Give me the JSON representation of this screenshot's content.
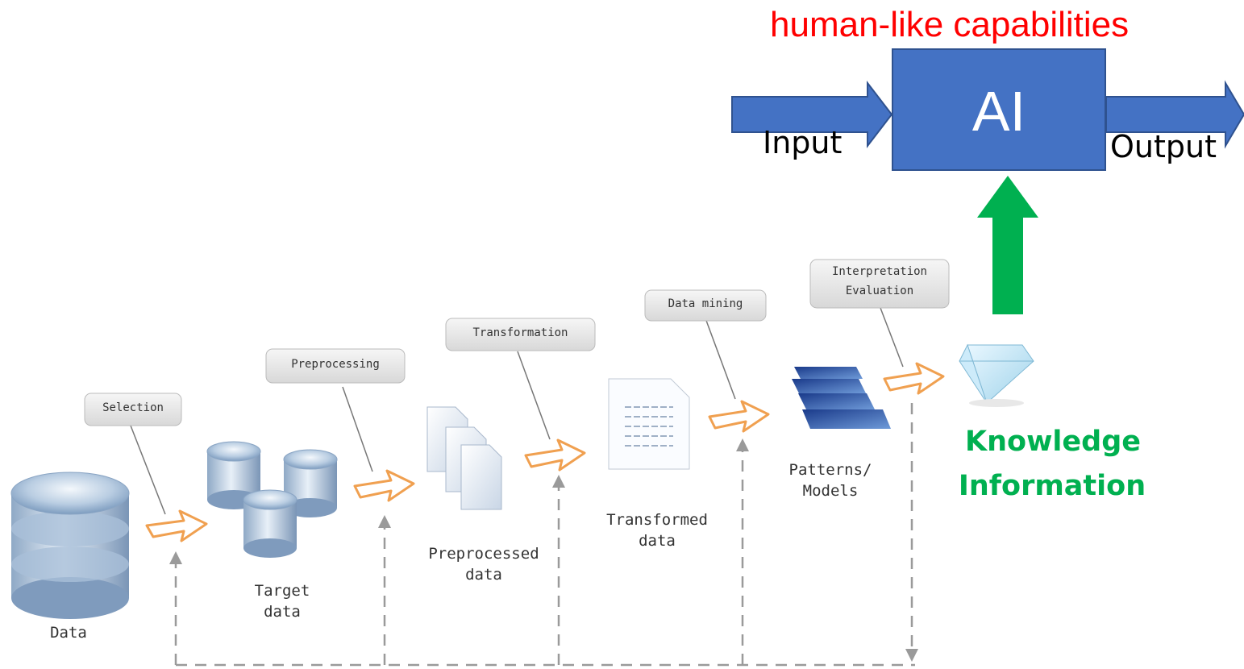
{
  "title": "human-like capabilities",
  "ai_label": "AI",
  "input_label": "Input",
  "output_label": "Output",
  "knowledge_line1": "Knowledge",
  "knowledge_line2": "Information",
  "steps": {
    "selection": "Selection",
    "preprocessing": "Preprocessing",
    "transformation": "Transformation",
    "data_mining": "Data mining",
    "interpretation_line1": "Interpretation",
    "interpretation_line2": "Evaluation"
  },
  "stages": {
    "data": "Data",
    "target_line1": "Target",
    "target_line2": "data",
    "preprocessed_line1": "Preprocessed",
    "preprocessed_line2": "data",
    "transformed_line1": "Transformed",
    "transformed_line2": "data",
    "patterns_line1": "Patterns/",
    "patterns_line2": "Models"
  },
  "colors": {
    "title": "#ff0000",
    "ai_box": "#4472c4",
    "blue_arrow": "#4472c4",
    "green_arrow": "#00b050",
    "orange_arrow": "#f0a050",
    "dashed_line": "#999999"
  }
}
